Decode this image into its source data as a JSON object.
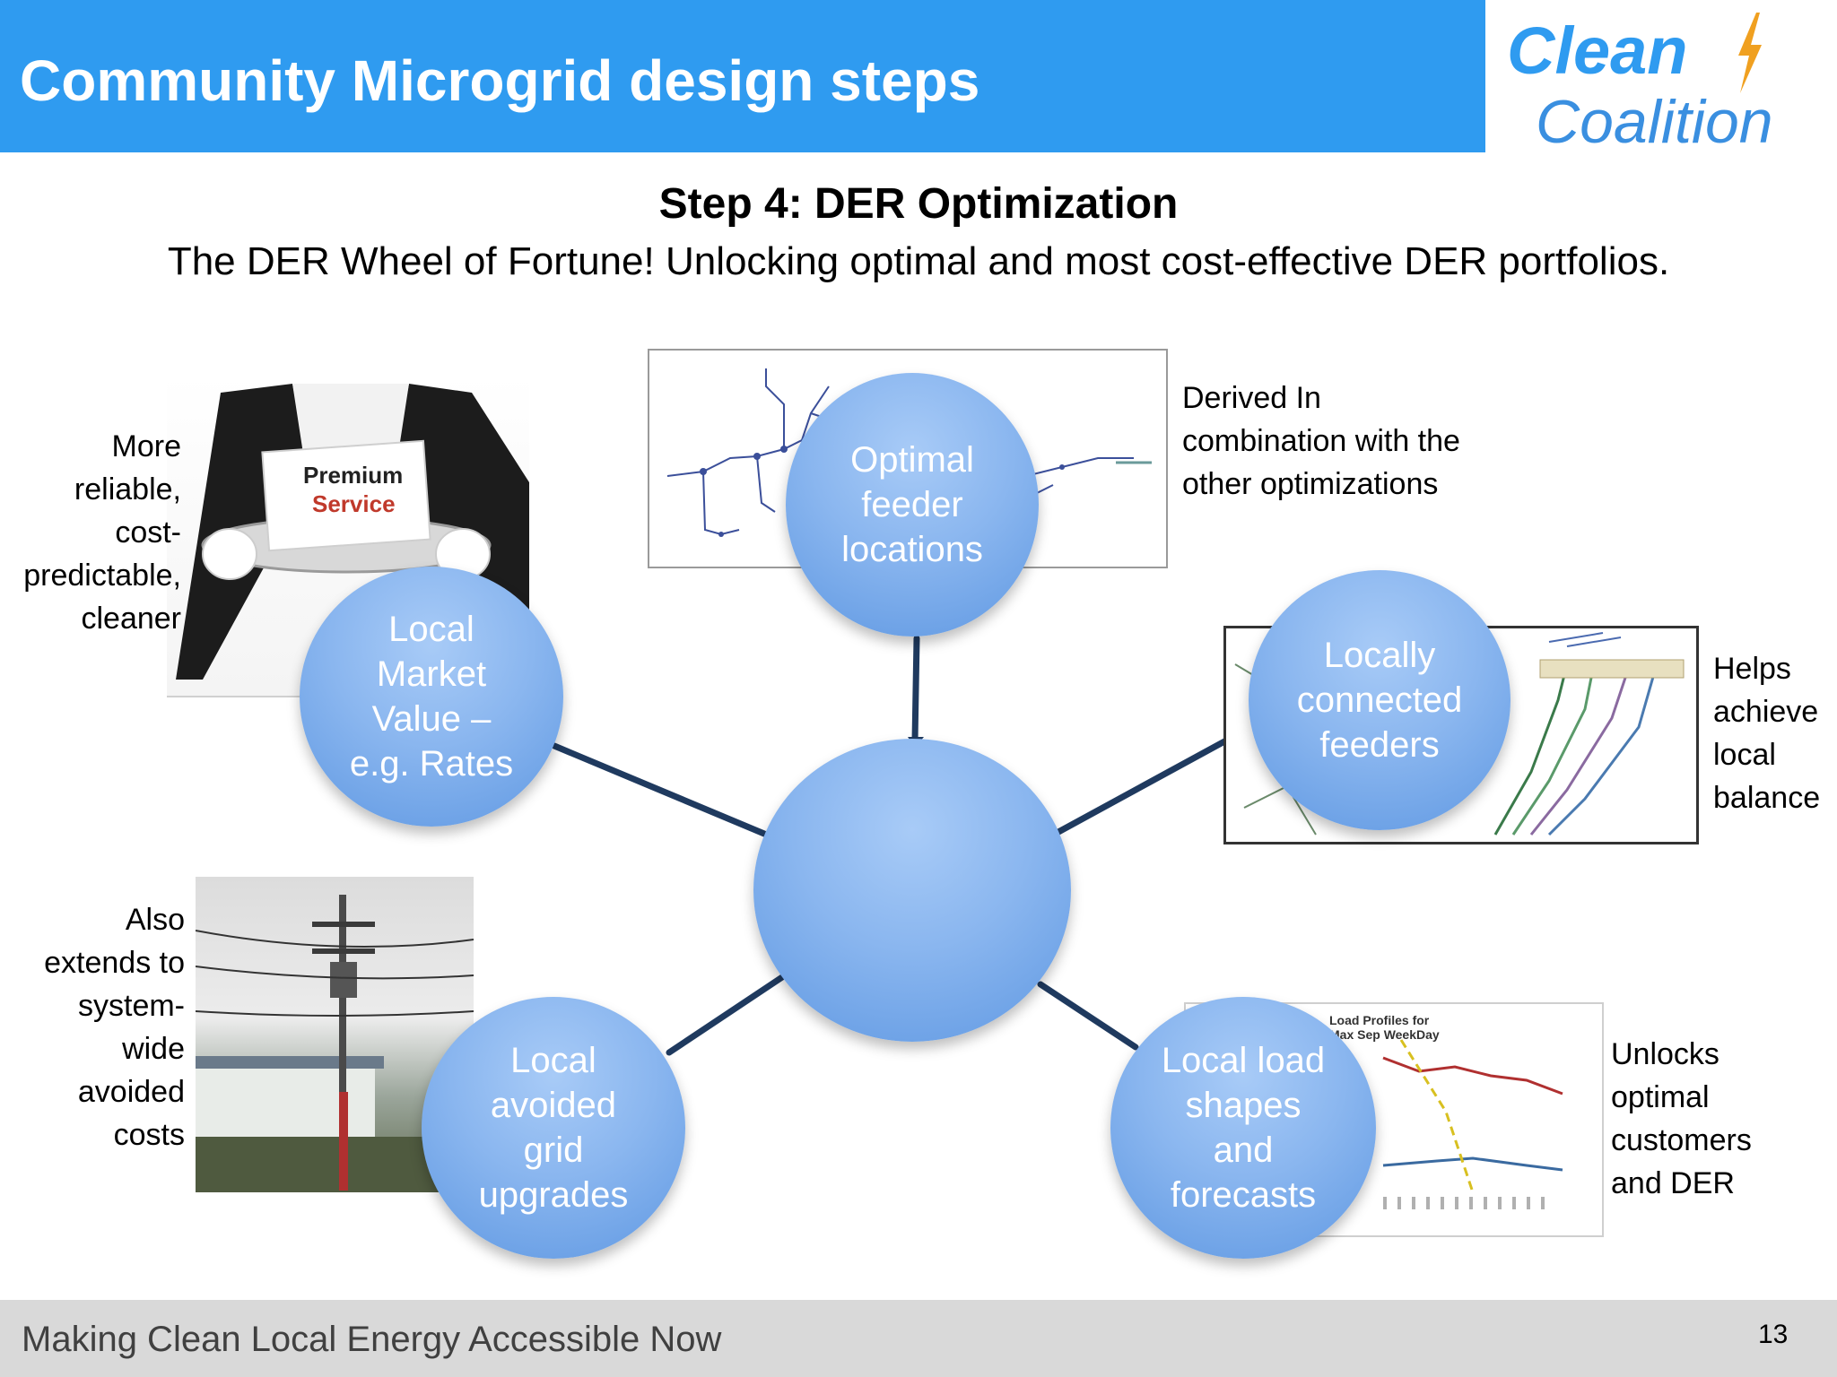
{
  "header": {
    "title": "Community Microgrid design steps"
  },
  "logo": {
    "line1": "Clean",
    "line2": "Coalition"
  },
  "step": {
    "title": "Step 4:  DER Optimization",
    "subtitle": "The DER Wheel of Fortune!  Unlocking optimal and most cost-effective DER portfolios."
  },
  "nodes": {
    "feeder": "Optimal\nfeeder\nlocations",
    "market": "Local\nMarket\nValue –\ne.g. Rates",
    "connected": "Locally\nconnected\nfeeders",
    "grid": "Local\navoided\ngrid\nupgrades",
    "load": "Local load\nshapes\nand\nforecasts"
  },
  "notes": {
    "derived": "Derived In\ncombination with the\nother optimizations",
    "reliable": "More\nreliable,\ncost-\npredictable,\ncleaner",
    "helps": "Helps\nachieve\nlocal\nbalance",
    "extends": "Also\nextends to\nsystem-\nwide\navoided\ncosts",
    "unlocks": "Unlocks\noptimal\ncustomers\nand DER"
  },
  "images": {
    "premium_card_line1": "Premium",
    "premium_card_line2": "Service",
    "load_chart_title": "Load Profiles for\nMax Sep WeekDay"
  },
  "colors": {
    "header_blue": "#2f9bf0",
    "node_blue": "#8ab6ef",
    "connector": "#1f3a5f",
    "footer_gray": "#d9d9d9"
  },
  "footer": {
    "tagline": "Making Clean Local Energy Accessible Now",
    "page_number": "13"
  }
}
